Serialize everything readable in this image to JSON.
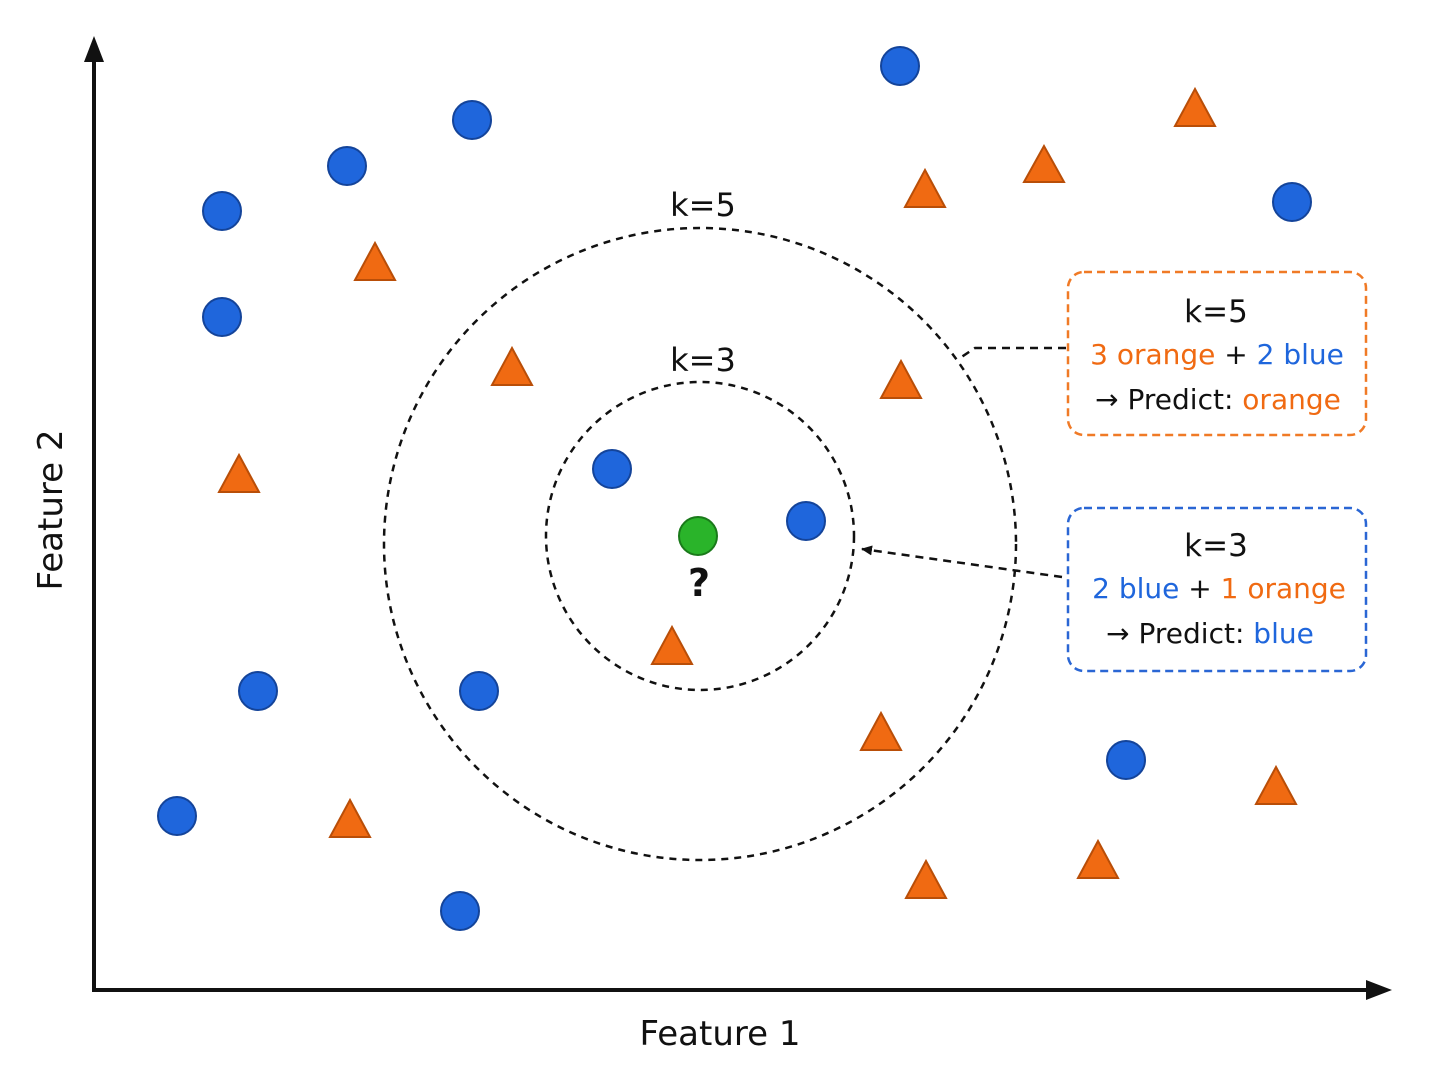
{
  "axes": {
    "x_label": "Feature 1",
    "y_label": "Feature 2"
  },
  "colors": {
    "blue": "#1f66dc",
    "blue_stroke": "#14449a",
    "orange": "#f06a12",
    "orange_stroke": "#b94e08",
    "green": "#2ab42a",
    "green_stroke": "#1a7a1a",
    "text": "#111111",
    "orange_box_border": "#f07a26",
    "blue_box_border": "#2a66d4"
  },
  "query": {
    "marker": "?"
  },
  "rings": {
    "k5_label": "k=5",
    "k3_label": "k=3"
  },
  "annotations": {
    "k5": {
      "title": "k=5",
      "count_part1": "3 orange",
      "plus": " + ",
      "count_part2": "2 blue",
      "predict_prefix": "→ Predict: ",
      "predict_value": "orange"
    },
    "k3": {
      "title": "k=3",
      "count_part1": "2 blue",
      "plus": " + ",
      "count_part2": "1 orange",
      "predict_prefix": "→ Predict: ",
      "predict_value": "blue"
    }
  }
}
